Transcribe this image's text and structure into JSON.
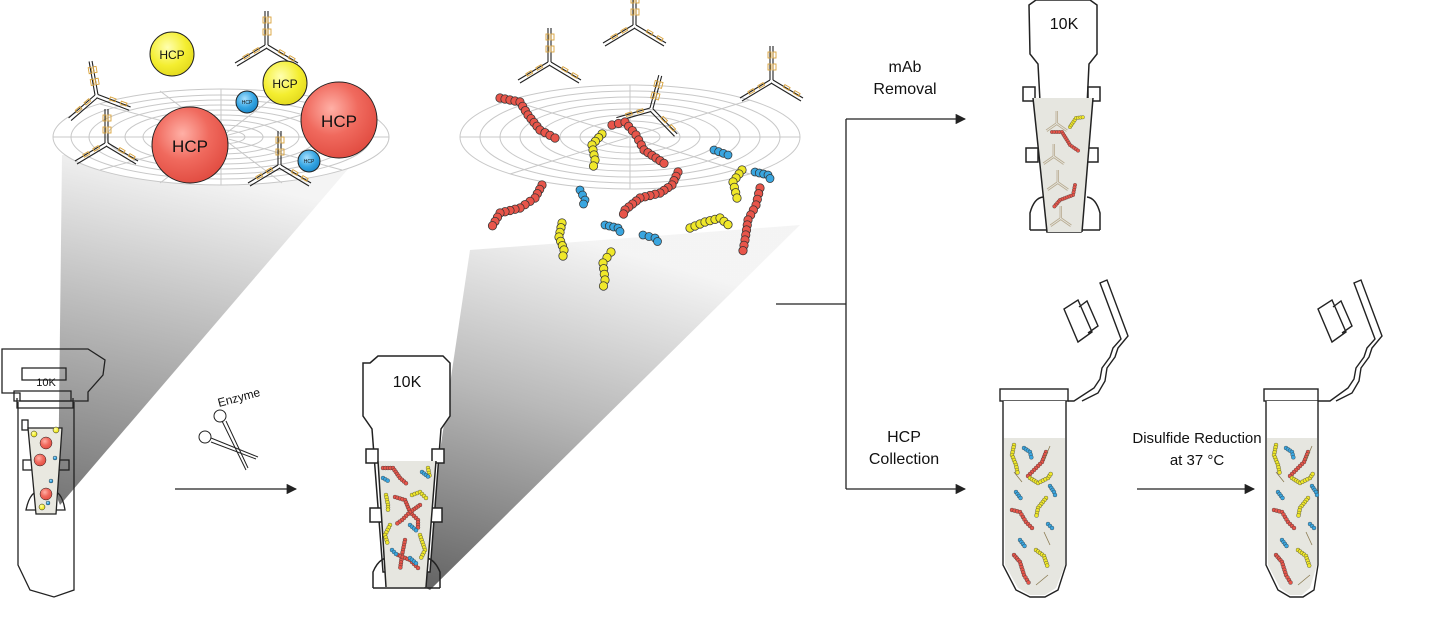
{
  "figure": {
    "type": "workflow-schematic",
    "stage1": {
      "particles": [
        {
          "label": "HCP",
          "kind": "large",
          "color": "#e8554a"
        },
        {
          "label": "HCP",
          "kind": "large",
          "color": "#e8554a"
        },
        {
          "label": "HCP",
          "kind": "medium",
          "color": "#f0e82a"
        },
        {
          "label": "HCP",
          "kind": "medium",
          "color": "#f0e82a"
        },
        {
          "label": "HCP",
          "kind": "small",
          "color": "#2e9fdc"
        },
        {
          "label": "HCP",
          "kind": "small",
          "color": "#2e9fdc"
        }
      ],
      "tube_label": "10K"
    },
    "enzyme_step": {
      "label": "Enzyme",
      "icon": "scissors-icon"
    },
    "stage2": {
      "tube_label": "10K"
    },
    "branch_top": {
      "label_line1": "mAb",
      "label_line2": "Removal",
      "tube_label": "10K"
    },
    "branch_bottom": {
      "label_line1": "HCP",
      "label_line2": "Collection"
    },
    "final_step": {
      "label_line1": "Disulfide Reduction",
      "label_line2": "at 37 °C"
    },
    "colors": {
      "red_peptide": "#e8554a",
      "yellow_peptide": "#f0e82a",
      "blue_peptide": "#3aa6e0",
      "antibody_accent": "#d9a23a",
      "liquid": "#e6e6e0",
      "outline": "#111111",
      "grid": "#c8c8c8"
    }
  }
}
